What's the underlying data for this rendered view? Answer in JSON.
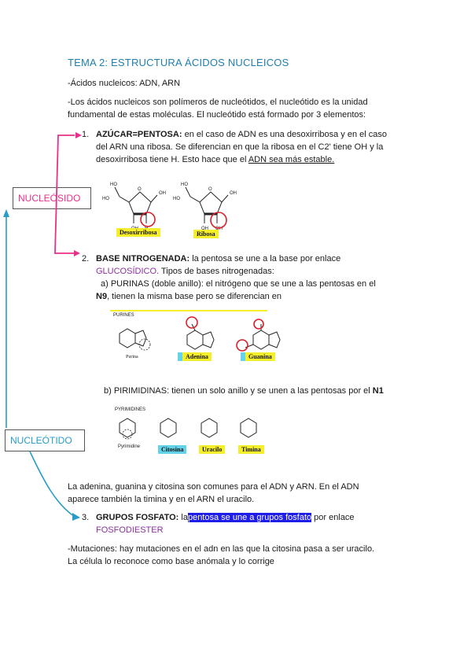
{
  "title": "TEMA 2: ESTRUCTURA ÁCIDOS NUCLEICOS",
  "line1": "-Ácidos nucleicos: ADN, ARN",
  "intro": {
    "l1": "-Los ácidos nucleicos son polímeros de nucleótidos, el nucleótido es la unidad",
    "l2": "fundamental de estas moléculas. El nucleótido está formado por 3 elementos:"
  },
  "item1": {
    "num": "1.",
    "head": "AZÚCAR=PENTOSA:",
    "t1": " en el caso de ADN es una desoxirribosa y en el caso",
    "l2": "del ARN una ribosa. Se diferencian en que la ribosa en el C2' tiene OH y la",
    "l3a": "desoxirribosa tiene H. Esto hace que el ",
    "l3u": "ADN sea más estable.",
    "fig_desox": "Desoxirribosa",
    "fig_ribosa": "Ribosa"
  },
  "boxes": {
    "nucleosido": "NUCLEÓSIDO",
    "nucleotido": "NUCLEÓTIDO"
  },
  "item2": {
    "num": "2.",
    "head": "BASE NITROGENADA:",
    "t1": " la pentosa se une a la base por enlace",
    "glu": "GLUCOSÍDICO.",
    "glu_rest": " Tipos de bases nitrogenadas:",
    "a_text": "a) PURINAS (doble anillo): el nitrógeno que se une a las pentosas en  el",
    "n9": "N9",
    "n9_rest": ", tienen la misma base pero se diferencian en",
    "fig_purines": "PURINES",
    "fig_purina": "Purina",
    "fig_adenina": "Adenina",
    "fig_guanina": "Guanina",
    "b_text": "b) PIRIMIDINAS: tienen un solo anillo y se unen a las pentosas por el ",
    "n1": "N1",
    "fig_pyrimidines": "PYRIMIDINES",
    "fig_pyrimidine": "Pyrimidine",
    "fig_citosina": "Citosina",
    "fig_uracilo": "Uracilo",
    "fig_timina": "Timina"
  },
  "common": {
    "l1": "La adenina, guanina y citosina son comunes para el ADN  y ARN. En el ADN",
    "l2": "aparece también la timina y en el ARN el uracilo."
  },
  "item3": {
    "num": "3.",
    "head": "GRUPOS FOSFATO:",
    "pre": " la",
    "hl": "pentosa se une a grupos fosfato",
    "post": " por enlace",
    "fosfo": "FOSFODIESTER"
  },
  "mut": {
    "l1": "-Mutaciones: hay mutaciones en el adn en  las que la citosina pasa a ser uracilo.",
    "l2": "La célula  lo reconoce como base anómala y lo corrige"
  },
  "colors": {
    "title": "#1f7fb0",
    "purple": "#8e2fa0",
    "highlight": "#1e1ee8",
    "pink": "#e8308a",
    "blue": "#2a9cc8",
    "yellow": "#f5ee2a",
    "cyan": "#62d3e8",
    "red_circle": "#d8202a"
  }
}
